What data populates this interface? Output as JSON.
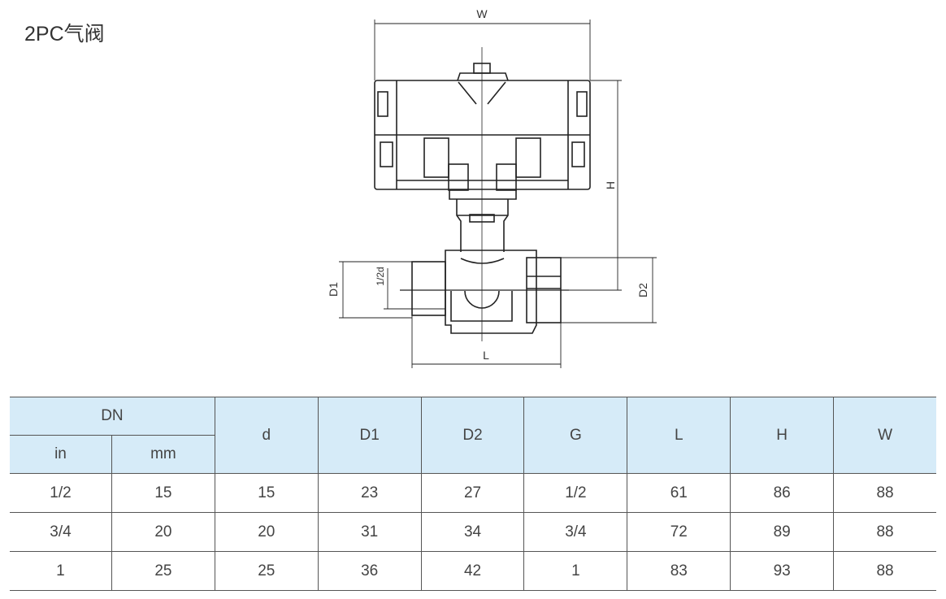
{
  "title": "2PC气阀",
  "drawing": {
    "labels": {
      "w": "W",
      "h": "H",
      "l": "L",
      "d1": "D1",
      "d2": "D2",
      "half_d": "1/2d"
    }
  },
  "table": {
    "group_header": "DN",
    "sub_headers": [
      "in",
      "mm"
    ],
    "headers": [
      "d",
      "D1",
      "D2",
      "G",
      "L",
      "H",
      "W"
    ],
    "rows": [
      [
        "1/2",
        "15",
        "15",
        "23",
        "27",
        "1/2",
        "61",
        "86",
        "88"
      ],
      [
        "3/4",
        "20",
        "20",
        "31",
        "34",
        "3/4",
        "72",
        "89",
        "88"
      ],
      [
        "1",
        "25",
        "25",
        "36",
        "42",
        "1",
        "83",
        "93",
        "88"
      ]
    ]
  }
}
